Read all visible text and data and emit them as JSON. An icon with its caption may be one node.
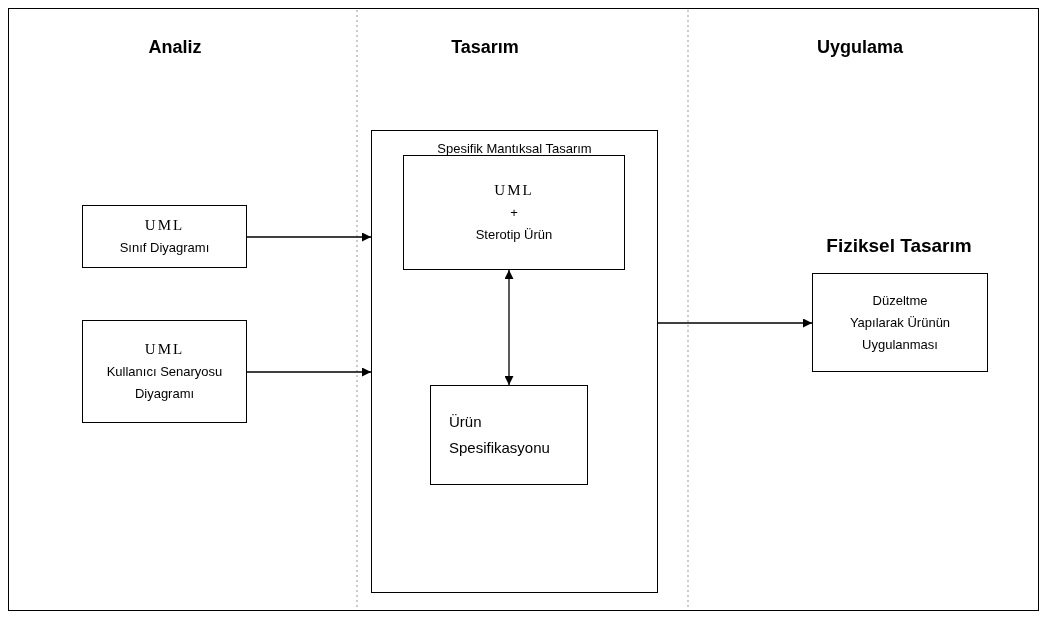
{
  "diagram": {
    "nodes": [
      {
        "text": [
          "UML",
          "Sınıf Diyagramı"
        ]
      },
      {
        "text": [
          "UML",
          "Kullanıcı Senaryosu Diyagramı"
        ]
      },
      {
        "text": [
          "Spesifik Mantıksal Tasarım"
        ]
      },
      {
        "text": [
          "UML",
          "+",
          "Sterotip Ürün"
        ],
        "in": 2
      },
      {
        "text": [
          "Ürün Spesifikasyonu"
        ],
        "in": 2
      },
      {
        "text": [
          "Fiziksel Tasarım",
          "Düzeltme Yapılarak Ürünün Uygulanması"
        ]
      }
    ],
    "edges": [
      {
        "from": 0,
        "to": 2,
        "arrow": "to"
      },
      {
        "from": 1,
        "to": 2,
        "arrow": "to"
      },
      {
        "from": 3,
        "to": 4,
        "arrow": "both"
      },
      {
        "from": 2,
        "to": 5,
        "arrow": "to"
      }
    ],
    "labels": [
      "Analiz",
      "Tasarım",
      "Uygulama"
    ]
  }
}
